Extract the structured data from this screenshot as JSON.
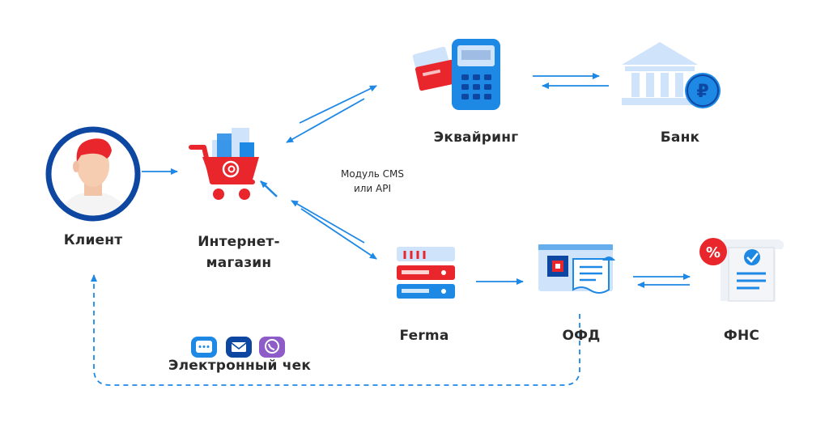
{
  "nodes": {
    "client": "Клиент",
    "shop_line1": "Интернет-",
    "shop_line2": "магазин",
    "acquiring": "Эквайринг",
    "bank": "Банк",
    "ferma": "Ferma",
    "ofd": "ОФД",
    "fns": "ФНС"
  },
  "connector_label": {
    "line1": "Модуль CMS",
    "line2": "или API"
  },
  "receipt": {
    "label": "Электронный чек"
  },
  "icons": {
    "client": "person-avatar-icon",
    "shop": "shopping-cart-icon",
    "acquiring": "payment-terminal-icon",
    "bank": "bank-ruble-icon",
    "ferma": "server-stack-icon",
    "ofd": "fiscal-document-icon",
    "fns": "tax-document-icon",
    "channels": [
      "chat-icon",
      "mail-icon",
      "viber-icon"
    ]
  },
  "colors": {
    "blue": "#1e88e5",
    "navy": "#0d47a1",
    "red": "#e8262c",
    "light_blue": "#cfe3fb",
    "text": "#2b2b2b",
    "purple": "#8e5cc8"
  }
}
